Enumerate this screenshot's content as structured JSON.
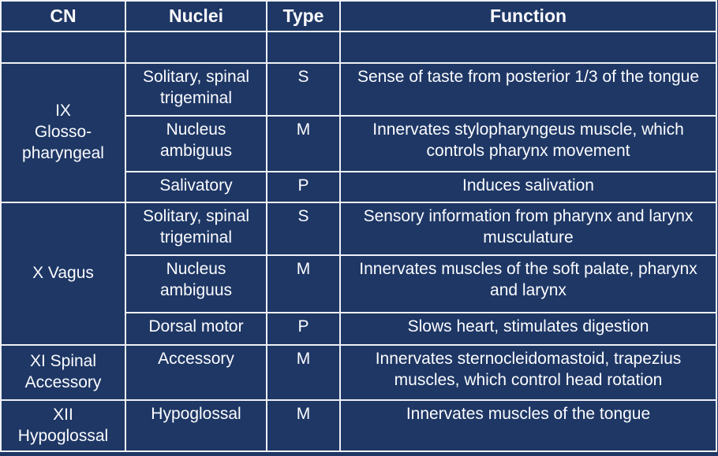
{
  "table": {
    "title_semantic": "cranial-nerves-table",
    "background_color": "#1e3765",
    "border_color": "#eef0f5",
    "text_color": "#fcfcfe",
    "headers": [
      "CN",
      "Nuclei",
      "Type",
      "Function"
    ],
    "spacer_row": {
      "cn": "",
      "nuclei": "",
      "type": "",
      "function": ""
    },
    "groups": [
      {
        "cn": "IX\nGlosso-\npharyngeal",
        "rows": [
          {
            "nuclei": "Solitary, spinal trigeminal",
            "type": "S",
            "function": "Sense of taste from posterior 1/3 of the tongue"
          },
          {
            "nuclei": "Nucleus ambiguus",
            "type": "M",
            "function": "Innervates stylopharyngeus muscle, which controls pharynx movement"
          },
          {
            "nuclei": "Salivatory",
            "type": "P",
            "function": "Induces salivation"
          }
        ]
      },
      {
        "cn": "X Vagus",
        "rows": [
          {
            "nuclei": "Solitary, spinal trigeminal",
            "type": "S",
            "function": "Sensory information from pharynx and larynx musculature"
          },
          {
            "nuclei": "Nucleus ambiguus",
            "type": "M",
            "function": "Innervates muscles of the soft palate, pharynx and larynx"
          },
          {
            "nuclei": "Dorsal motor",
            "type": "P",
            "function": "Slows heart, stimulates digestion"
          }
        ]
      },
      {
        "cn": "XI Spinal\nAccessory",
        "rows": [
          {
            "nuclei": "Accessory",
            "type": "M",
            "function": "Innervates sternocleidomastoid, trapezius muscles, which control head rotation"
          }
        ]
      },
      {
        "cn": "XII\nHypoglossal",
        "rows": [
          {
            "nuclei": "Hypoglossal",
            "type": "M",
            "function": "Innervates muscles of the tongue"
          }
        ]
      }
    ]
  }
}
